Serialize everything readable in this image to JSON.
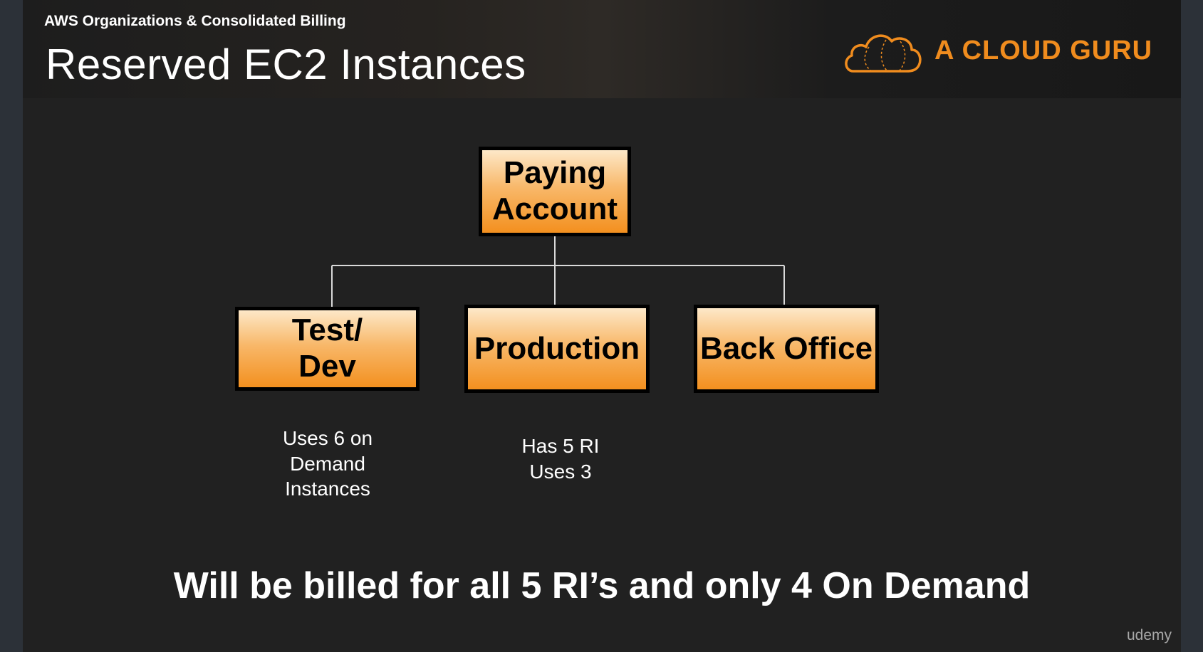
{
  "header": {
    "subtitle": "AWS Organizations & Consolidated Billing",
    "title": "Reserved EC2 Instances",
    "logo_text": "A CLOUD GURU"
  },
  "diagram": {
    "root": "Paying\nAccount",
    "children": [
      {
        "label": "Test/\nDev",
        "note": "Uses 6 on\nDemand\nInstances"
      },
      {
        "label": "Production",
        "note": "Has 5 RI\nUses 3"
      },
      {
        "label": "Back Office",
        "note": ""
      }
    ]
  },
  "footer": {
    "conclusion": "Will be billed for all 5 RI’s and only 4 On Demand",
    "watermark": "udemy"
  },
  "colors": {
    "accent": "#f08c1e",
    "box_top": "#fde8c8",
    "box_bottom": "#f3901f",
    "background": "#212121"
  }
}
